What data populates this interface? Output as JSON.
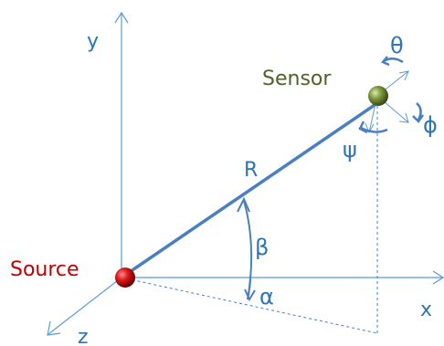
{
  "labels": {
    "y_axis": "y",
    "x_axis": "x",
    "z_axis": "z",
    "source": "Source",
    "sensor": "Sensor",
    "range": "R",
    "alpha": "α",
    "beta": "β",
    "theta": "θ",
    "phi": "ϕ",
    "psi": "ψ"
  },
  "colors": {
    "axis": "#5b9bd5",
    "line": "#4a7fc1",
    "text": "#2e75b6",
    "source_text": "#c00000",
    "sensor_text": "#4f6228",
    "source_ball": "#cc0000",
    "sensor_ball": "#76923c"
  }
}
